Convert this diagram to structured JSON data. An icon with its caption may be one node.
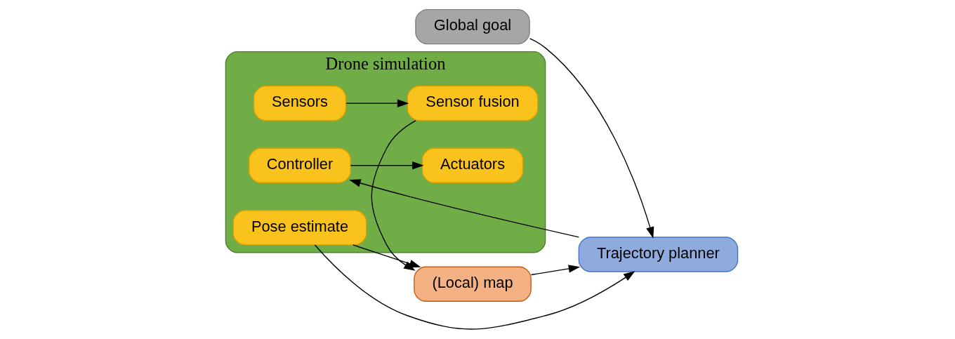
{
  "diagram": {
    "nodes": [
      {
        "text": [
          "Global goal"
        ]
      },
      {
        "text": [
          "(Local) map"
        ]
      },
      {
        "text": [
          "Trajectory planner"
        ]
      },
      {
        "text": [
          "Drone simulation"
        ]
      },
      {
        "text": [
          "Pose estimate"
        ],
        "in": 3
      },
      {
        "text": [
          "Controller"
        ],
        "in": 3
      },
      {
        "text": [
          "Actuators"
        ],
        "in": 3
      },
      {
        "text": [
          "Sensors"
        ],
        "in": 3
      },
      {
        "text": [
          "Sensor fusion"
        ],
        "in": 3
      }
    ],
    "edges": [
      {
        "from": 0,
        "to": 2,
        "arrow": "to"
      },
      {
        "from": 4,
        "to": 1,
        "arrow": "to"
      },
      {
        "from": 4,
        "to": 2,
        "arrow": "to"
      },
      {
        "from": 8,
        "to": 1,
        "arrow": "to"
      },
      {
        "from": 1,
        "to": 2,
        "arrow": "to"
      },
      {
        "from": 2,
        "to": 5,
        "arrow": "to"
      },
      {
        "from": 5,
        "to": 6,
        "arrow": "to"
      },
      {
        "from": 7,
        "to": 8,
        "arrow": "to"
      }
    ]
  }
}
